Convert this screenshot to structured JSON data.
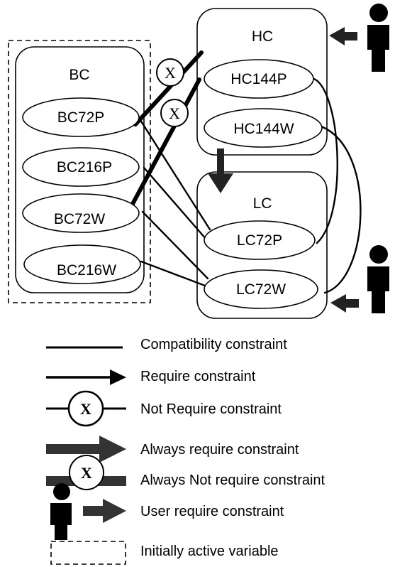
{
  "groups": {
    "bc": {
      "label": "BC"
    },
    "hc": {
      "label": "HC"
    },
    "lc": {
      "label": "LC"
    }
  },
  "nodes": {
    "bc72p": "BC72P",
    "bc216p": "BC216P",
    "bc72w": "BC72W",
    "bc216w": "BC216W",
    "hc144p": "HC144P",
    "hc144w": "HC144W",
    "lc72p": "LC72P",
    "lc72w": "LC72W"
  },
  "not_symbol": "X",
  "legend": {
    "compatibility": "Compatibility constraint",
    "require": "Require constraint",
    "not_require": "Not Require constraint",
    "always_require": "Always require constraint",
    "always_not_require": "Always Not require constraint",
    "user_require": "User require constraint",
    "initially_active": "Initially active variable"
  },
  "colors": {
    "stroke": "#000000",
    "arrow_fill": "#333333",
    "background": "#ffffff"
  }
}
